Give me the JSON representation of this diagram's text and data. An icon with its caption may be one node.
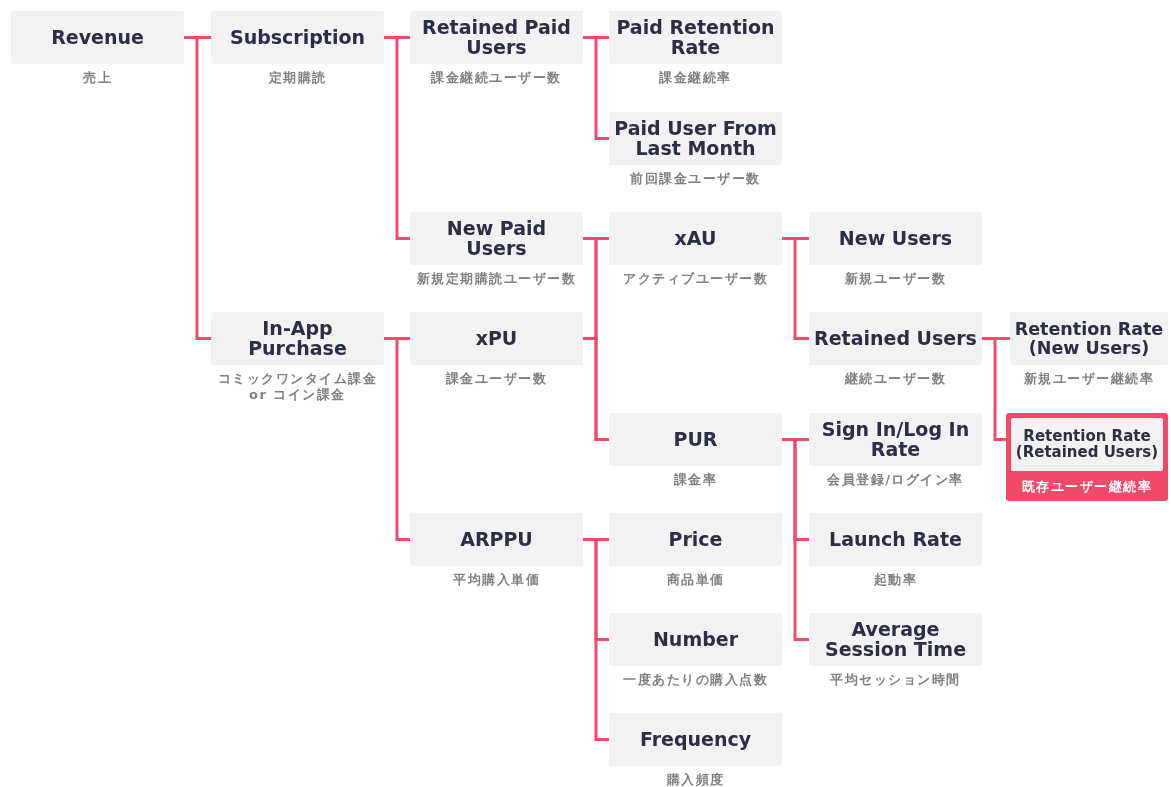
{
  "diagram": {
    "nodes": [
      {
        "text": [
          "Revenue"
        ],
        "beside": [
          "売上"
        ]
      },
      {
        "text": [
          "Subscription"
        ],
        "beside": [
          "定期購読"
        ]
      },
      {
        "text": [
          "Retained  Paid Users"
        ],
        "beside": [
          "課金継続ユーザー数"
        ]
      },
      {
        "text": [
          "Paid Retention Rate"
        ],
        "beside": [
          "課金継続率"
        ]
      },
      {
        "text": [
          "Paid User From Last Month"
        ],
        "beside": [
          "前回課金ユーザー数"
        ]
      },
      {
        "text": [
          "New Paid Users"
        ],
        "beside": [
          "新規定期購読ユーザー数"
        ]
      },
      {
        "text": [
          "xAU"
        ],
        "beside": [
          "アクティブユーザー数"
        ]
      },
      {
        "text": [
          "New Users"
        ],
        "beside": [
          "新規ユーザー数"
        ]
      },
      {
        "text": [
          "Retained Users"
        ],
        "beside": [
          "継続ユーザー数"
        ]
      },
      {
        "text": [
          "Retention Rate (New Users)"
        ],
        "beside": [
          "新規ユーザー継続率"
        ]
      },
      {
        "text": [
          "Retention Rate (Retained Users)",
          "既存ユーザー継続率"
        ]
      },
      {
        "text": [
          "PUR"
        ],
        "beside": [
          "課金率"
        ]
      },
      {
        "text": [
          "Sign In/Log In Rate"
        ],
        "beside": [
          "会員登録/ログイン率"
        ]
      },
      {
        "text": [
          "Launch Rate"
        ],
        "beside": [
          "起動率"
        ]
      },
      {
        "text": [
          "Average Session Time"
        ],
        "beside": [
          "平均セッション時間"
        ]
      },
      {
        "text": [
          "In-App Purchase"
        ],
        "beside": [
          "コミックワンタイム課金 or コイン課金"
        ]
      },
      {
        "text": [
          "xPU"
        ],
        "beside": [
          "課金ユーザー数"
        ]
      },
      {
        "text": [
          "ARPPU"
        ],
        "beside": [
          "平均購入単価"
        ]
      },
      {
        "text": [
          "Price"
        ],
        "beside": [
          "商品単価"
        ]
      },
      {
        "text": [
          "Number"
        ],
        "beside": [
          "一度あたりの購入点数"
        ]
      },
      {
        "text": [
          "Frequency"
        ],
        "beside": [
          "購入頻度"
        ]
      }
    ],
    "edges": [
      {
        "from": 0,
        "to": 1,
        "arrow": "none"
      },
      {
        "from": 0,
        "to": 15,
        "arrow": "none"
      },
      {
        "from": 1,
        "to": 2,
        "arrow": "none"
      },
      {
        "from": 1,
        "to": 5,
        "arrow": "none"
      },
      {
        "from": 2,
        "to": 3,
        "arrow": "none"
      },
      {
        "from": 2,
        "to": 4,
        "arrow": "none"
      },
      {
        "from": 5,
        "to": 6,
        "arrow": "none"
      },
      {
        "from": 5,
        "to": 11,
        "arrow": "none"
      },
      {
        "from": 16,
        "to": 6,
        "arrow": "none"
      },
      {
        "from": 16,
        "to": 11,
        "arrow": "none"
      },
      {
        "from": 6,
        "to": 7,
        "arrow": "none"
      },
      {
        "from": 6,
        "to": 8,
        "arrow": "none"
      },
      {
        "from": 8,
        "to": 9,
        "arrow": "none"
      },
      {
        "from": 8,
        "to": 10,
        "arrow": "none"
      },
      {
        "from": 11,
        "to": 12,
        "arrow": "none"
      },
      {
        "from": 11,
        "to": 13,
        "arrow": "none"
      },
      {
        "from": 11,
        "to": 14,
        "arrow": "none"
      },
      {
        "from": 15,
        "to": 16,
        "arrow": "none"
      },
      {
        "from": 15,
        "to": 17,
        "arrow": "none"
      },
      {
        "from": 17,
        "to": 18,
        "arrow": "none"
      },
      {
        "from": 17,
        "to": 19,
        "arrow": "none"
      },
      {
        "from": 17,
        "to": 20,
        "arrow": "none"
      }
    ]
  }
}
